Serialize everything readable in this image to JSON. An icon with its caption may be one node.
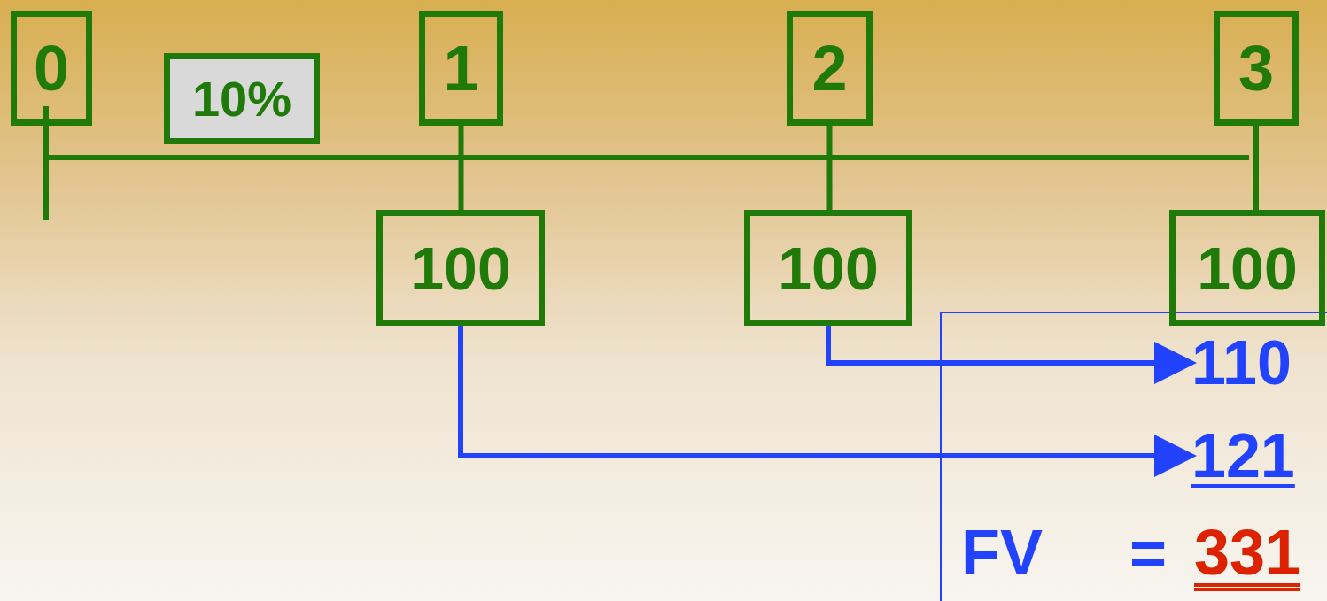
{
  "diagram": {
    "nodes": [
      {
        "text": [
          "0"
        ]
      },
      {
        "text": [
          "10%"
        ]
      },
      {
        "text": [
          "1"
        ]
      },
      {
        "text": [
          "2"
        ]
      },
      {
        "text": [
          "3"
        ]
      },
      {
        "text": [
          "100"
        ]
      },
      {
        "text": [
          "100"
        ]
      },
      {
        "text": [
          "100"
        ]
      },
      {
        "text": [
          "110"
        ]
      },
      {
        "text": [
          "121"
        ]
      }
    ],
    "edges": [
      {
        "from": 2,
        "to": 5,
        "arrow": "none"
      },
      {
        "from": 3,
        "to": 6,
        "arrow": "none"
      },
      {
        "from": 4,
        "to": 7,
        "arrow": "none"
      },
      {
        "from": 6,
        "to": 8,
        "arrow": "to",
        "color": "#2143ff"
      },
      {
        "from": 5,
        "to": 9,
        "arrow": "to",
        "color": "#2143ff"
      }
    ],
    "labels": [
      "FV",
      "=",
      "331"
    ]
  }
}
